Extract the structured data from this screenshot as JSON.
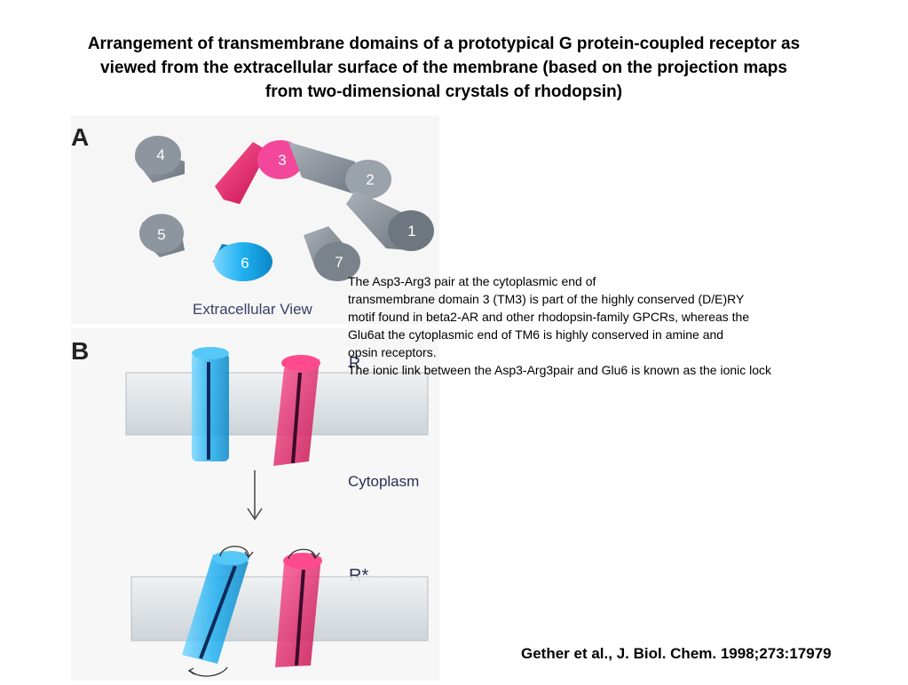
{
  "title": {
    "line1": "Arrangement of transmembrane domains of a prototypical G protein-coupled receptor as",
    "line2": "viewed from the extracellular surface of the membrane (based on the projection maps",
    "line3": "from two-dimensional crystals of rhodopsin)"
  },
  "figure": {
    "panel_a": {
      "label": "A",
      "helix_labels": [
        "4",
        "3",
        "2",
        "1",
        "5",
        "6",
        "7"
      ],
      "caption": "Extracellular View"
    },
    "panel_b": {
      "label": "B",
      "state_r": "R",
      "compartment": "Cytoplasm",
      "state_r_star": "R*"
    }
  },
  "notes": {
    "line1": "The Asp3-Arg3 pair at the cytoplasmic end of",
    "line2": "transmembrane domain 3 (TM3) is part of the highly conserved (D/E)RY",
    "line3": " motif found in beta2-AR and other rhodopsin-family GPCRs, whereas the",
    "line4": "Glu6at the cytoplasmic end of TM6 is highly conserved in amine and",
    "line5": "opsin receptors.",
    "line6": "The ionic link between the Asp3-Arg3pair and Glu6 is known as the ionic lock"
  },
  "citation": "Gether et al., J. Biol. Chem. 1998;273:17979",
  "colors": {
    "grey_helix": "#8a929b",
    "pink_helix": "#e8246e",
    "blue_helix": "#1ea8e6",
    "membrane": "#d7dde2"
  }
}
